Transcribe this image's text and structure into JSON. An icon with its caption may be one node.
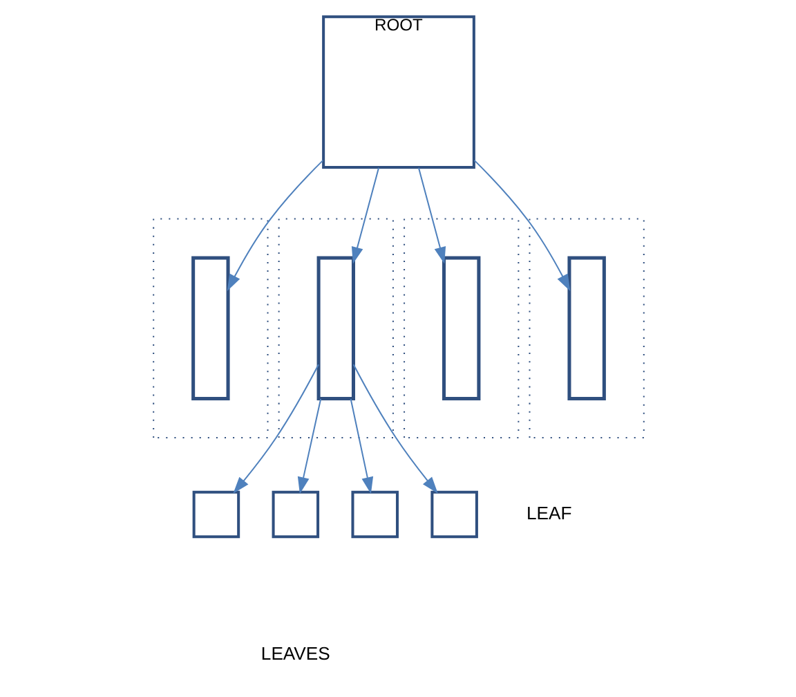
{
  "diagram": {
    "nodes": [
      {
        "text": [
          "ROOT"
        ]
      },
      {
        "text": [],
        "shape": "box"
      },
      {
        "text": [],
        "shape": "box",
        "in": 1
      },
      {
        "text": [],
        "shape": "box"
      },
      {
        "text": [],
        "shape": "box",
        "in": 3
      },
      {
        "text": [],
        "shape": "box"
      },
      {
        "text": [],
        "shape": "box",
        "in": 5
      },
      {
        "text": [],
        "shape": "box"
      },
      {
        "text": [],
        "shape": "box",
        "in": 7
      },
      {
        "text": [],
        "shape": "box"
      },
      {
        "text": [],
        "shape": "box"
      },
      {
        "text": [],
        "shape": "box"
      },
      {
        "text": [],
        "shape": "box"
      }
    ],
    "edges": [
      {
        "from": 0,
        "to": 2,
        "arrow": "to"
      },
      {
        "from": 0,
        "to": 4,
        "arrow": "to"
      },
      {
        "from": 0,
        "to": 6,
        "arrow": "to"
      },
      {
        "from": 0,
        "to": 8,
        "arrow": "to"
      },
      {
        "from": 4,
        "to": 9,
        "arrow": "to"
      },
      {
        "from": 4,
        "to": 10,
        "arrow": "to"
      },
      {
        "from": 4,
        "to": 11,
        "arrow": "to"
      },
      {
        "from": 4,
        "to": 12,
        "arrow": "to"
      }
    ],
    "labels": [
      "LEAF",
      "LEAVES"
    ]
  }
}
